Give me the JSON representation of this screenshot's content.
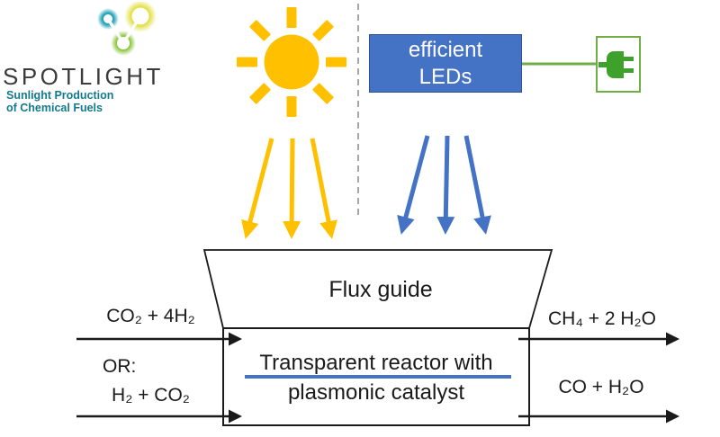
{
  "logo": {
    "title": "SPOTLIGHT",
    "tagline_line1": "Sunlight Production",
    "tagline_line2": "of Chemical Fuels",
    "icon": "molecule-logo-icon",
    "title_color": "#3B3B3C",
    "tagline_color": "#12798F",
    "halo_colors": {
      "teal": "#2BA6B9",
      "yellow": "#E1DE3A",
      "green": "#8CC63F"
    }
  },
  "sun": {
    "icon": "sun-icon",
    "color": "#FFC000"
  },
  "divider": {
    "style": "dashed",
    "color": "#A6A6A6"
  },
  "led_box": {
    "line1": "efficient",
    "line2": "LEDs",
    "fill": "#4472C4",
    "border": "#2F528F",
    "text_color": "#FFFFFF"
  },
  "power": {
    "icon": "power-plug-icon",
    "frame_color": "#70AD47",
    "plug_color": "#3DA12B",
    "wire_color": "#70AD47"
  },
  "light_paths": {
    "sunlight_arrows": 3,
    "led_arrows": 3,
    "sunlight_arrow_color": "#FFC000",
    "led_arrow_color": "#4472C4"
  },
  "flux_guide": {
    "label": "Flux guide"
  },
  "reactor": {
    "line1": "Transparent reactor with",
    "line2": "plasmonic catalyst",
    "underline_color": "#4472C4"
  },
  "streams": {
    "input_top": "CO₂ + 4H₂",
    "or_label": "OR:",
    "input_bottom": "H₂ + CO₂",
    "output_top": "CH₄ + 2 H₂O",
    "output_bottom": "CO + H₂O"
  }
}
